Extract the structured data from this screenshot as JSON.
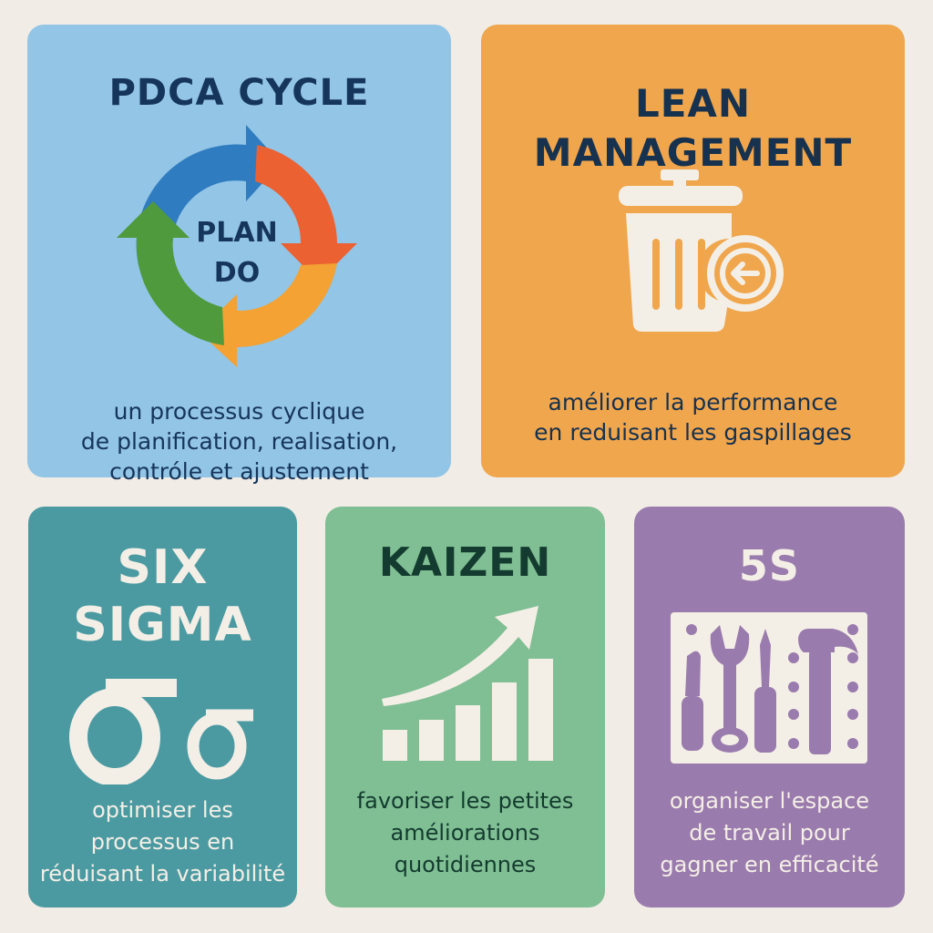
{
  "colors": {
    "background": "#f1ece6",
    "pdca_card": "#92c5e6",
    "lean_card": "#f0a64d",
    "sigma_card": "#4b9aa2",
    "kaizen_card": "#7fbf93",
    "fives_card": "#9a7bad",
    "dark_navy_text": "#16355a",
    "cream": "#f4efe6",
    "arrow_blue": "#2f7cc0",
    "arrow_red": "#eb6132",
    "arrow_orange": "#f3a233",
    "arrow_green": "#4f9a3c"
  },
  "pdca": {
    "title": "PDCA CYCLE",
    "center_labels": [
      "PLAN",
      "DO"
    ],
    "icon": "cycle-arrows-icon",
    "description": [
      "un processus cyclique",
      "de planification, realisation,",
      "contróle et ajustement"
    ]
  },
  "lean": {
    "title": [
      "LEAN",
      "MANAGEMENT"
    ],
    "icon": "trash-can-with-back-arrow-icon",
    "description": [
      "améliorer la performance",
      "en reduisant les gaspillages"
    ]
  },
  "sigma": {
    "title": [
      "SIX",
      "SIGMA"
    ],
    "symbol": "σσ",
    "icon": "sigma-symbol-icon",
    "description": [
      "optimiser les",
      "processus en",
      "réduisant la variabilité"
    ]
  },
  "kaizen": {
    "title": "KAIZEN",
    "icon": "rising-bar-chart-icon",
    "description": [
      "favoriser les petites",
      "améliorations",
      "quotidiennes"
    ]
  },
  "fives": {
    "title": "5S",
    "icon": "tool-board-icon",
    "description": [
      "organiser l'espace",
      "de travail pour",
      "gagner en efficacité"
    ]
  }
}
